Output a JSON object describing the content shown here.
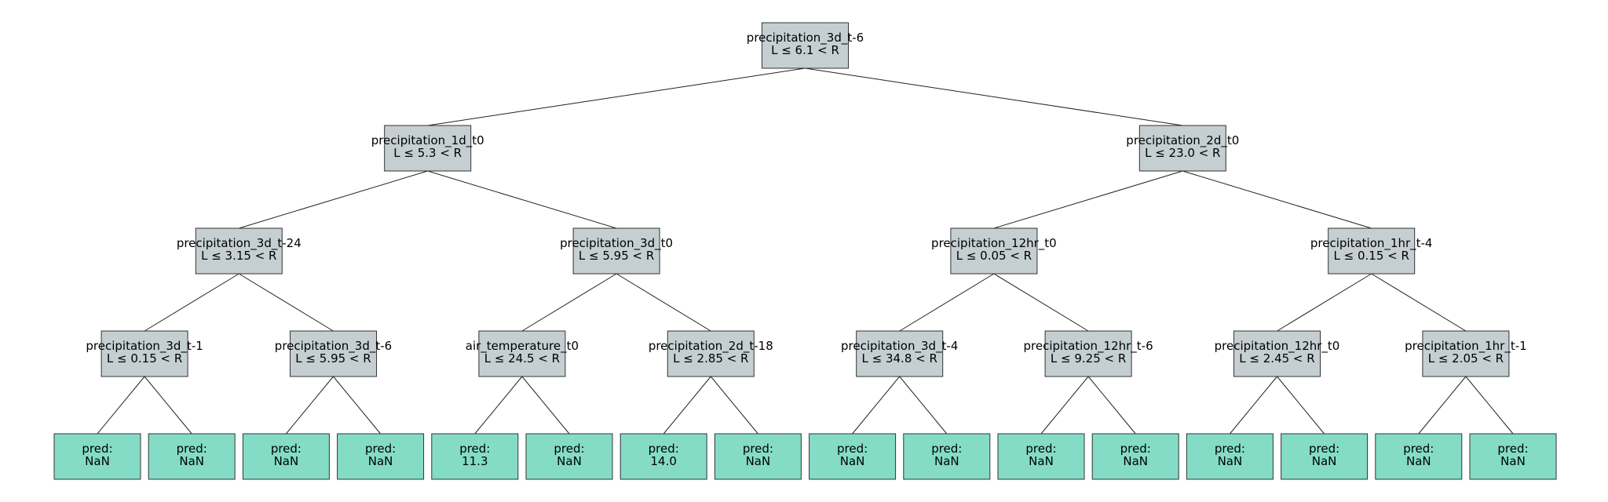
{
  "colors": {
    "split_fill": "#c5cfd1",
    "leaf_fill": "#84dcc6",
    "edge": "#222222"
  },
  "tree": {
    "feature": "precipitation_3d_t-6",
    "rule": "L ≤ 6.1 < R",
    "children": [
      {
        "feature": "precipitation_1d_t0",
        "rule": "L ≤ 5.3 < R",
        "children": [
          {
            "feature": "precipitation_3d_t-24",
            "rule": "L ≤ 3.15 < R",
            "children": [
              {
                "feature": "precipitation_3d_t-1",
                "rule": "L ≤ 0.15 < R",
                "children": [
                  {
                    "pred": "pred:",
                    "value": "NaN"
                  },
                  {
                    "pred": "pred:",
                    "value": "NaN"
                  }
                ]
              },
              {
                "feature": "precipitation_3d_t-6",
                "rule": "L ≤ 5.95 < R",
                "children": [
                  {
                    "pred": "pred:",
                    "value": "NaN"
                  },
                  {
                    "pred": "pred:",
                    "value": "NaN"
                  }
                ]
              }
            ]
          },
          {
            "feature": "precipitation_3d_t0",
            "rule": "L ≤ 5.95 < R",
            "children": [
              {
                "feature": "air_temperature_t0",
                "rule": "L ≤ 24.5 < R",
                "children": [
                  {
                    "pred": "pred:",
                    "value": "11.3"
                  },
                  {
                    "pred": "pred:",
                    "value": "NaN"
                  }
                ]
              },
              {
                "feature": "precipitation_2d_t-18",
                "rule": "L ≤ 2.85 < R",
                "children": [
                  {
                    "pred": "pred:",
                    "value": "14.0"
                  },
                  {
                    "pred": "pred:",
                    "value": "NaN"
                  }
                ]
              }
            ]
          }
        ]
      },
      {
        "feature": "precipitation_2d_t0",
        "rule": "L ≤ 23.0 < R",
        "children": [
          {
            "feature": "precipitation_12hr_t0",
            "rule": "L ≤ 0.05 < R",
            "children": [
              {
                "feature": "precipitation_3d_t-4",
                "rule": "L ≤ 34.8 < R",
                "children": [
                  {
                    "pred": "pred:",
                    "value": "NaN"
                  },
                  {
                    "pred": "pred:",
                    "value": "NaN"
                  }
                ]
              },
              {
                "feature": "precipitation_12hr_t-6",
                "rule": "L ≤ 9.25 < R",
                "children": [
                  {
                    "pred": "pred:",
                    "value": "NaN"
                  },
                  {
                    "pred": "pred:",
                    "value": "NaN"
                  }
                ]
              }
            ]
          },
          {
            "feature": "precipitation_1hr_t-4",
            "rule": "L ≤ 0.15 < R",
            "children": [
              {
                "feature": "precipitation_12hr_t0",
                "rule": "L ≤ 2.45 < R",
                "children": [
                  {
                    "pred": "pred:",
                    "value": "NaN"
                  },
                  {
                    "pred": "pred:",
                    "value": "NaN"
                  }
                ]
              },
              {
                "feature": "precipitation_1hr_t-1",
                "rule": "L ≤ 2.05 < R",
                "children": [
                  {
                    "pred": "pred:",
                    "value": "NaN"
                  },
                  {
                    "pred": "pred:",
                    "value": "NaN"
                  }
                ]
              }
            ]
          }
        ]
      }
    ]
  }
}
